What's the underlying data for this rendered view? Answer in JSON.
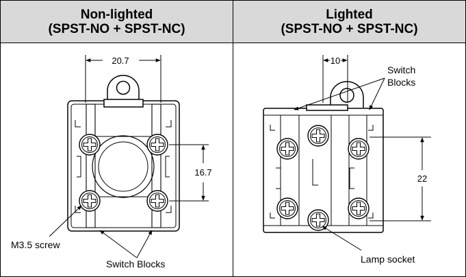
{
  "left_panel": {
    "title_line1": "Non-lighted",
    "title_line2": "(SPST-NO + SPST-NC)",
    "dim_width": "20.7",
    "dim_height": "16.7",
    "label_screw": "M3.5 screw",
    "label_blocks": "Switch Blocks"
  },
  "right_panel": {
    "title_line1": "Lighted",
    "title_line2": "(SPST-NO + SPST-NC)",
    "dim_width": "10",
    "dim_height": "22",
    "label_blocks_line1": "Switch",
    "label_blocks_line2": "Blocks",
    "label_socket": "Lamp socket"
  }
}
